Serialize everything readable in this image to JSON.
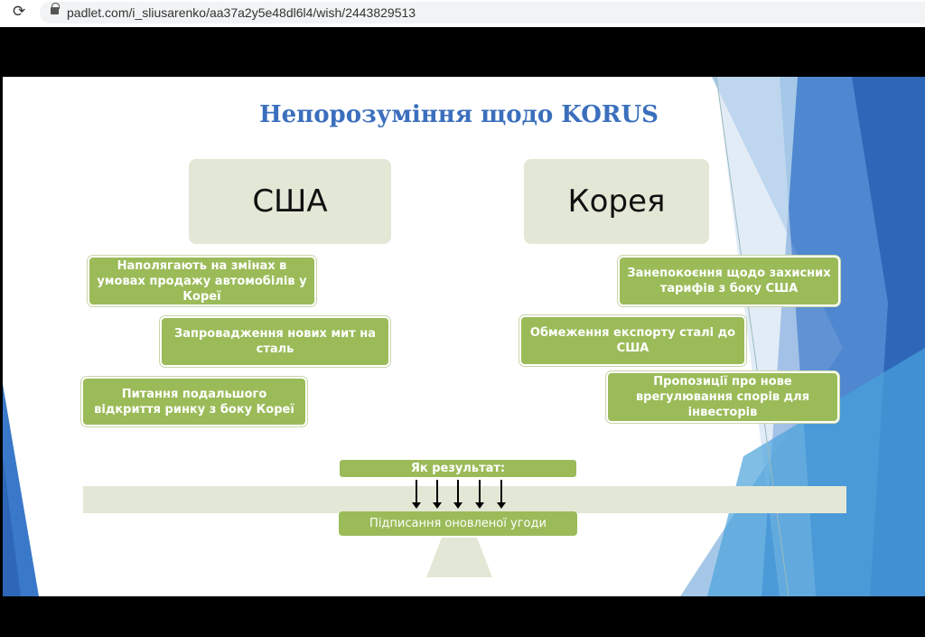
{
  "browser": {
    "url": "padlet.com/i_sliusarenko/aa37a2y5e48dl6l4/wish/2443829513"
  },
  "slide": {
    "title": "Непорозуміння щодо KORUS",
    "left_header": "США",
    "right_header": "Корея",
    "left_items": [
      "Наполягають на змінах в умовах продажу автомобілів у Кореї",
      "Запровадження нових мит на сталь",
      "Питання подальшого відкриття ринку з боку Кореї"
    ],
    "right_items": [
      "Занепокоєння щодо захисних тарифів з боку США",
      "Обмеження експорту сталі до США",
      "Пропозиції про нове врегулювання спорів для інвесторів"
    ],
    "result_label": "Як результат:",
    "outcome": "Підписання оновленої угоди"
  }
}
